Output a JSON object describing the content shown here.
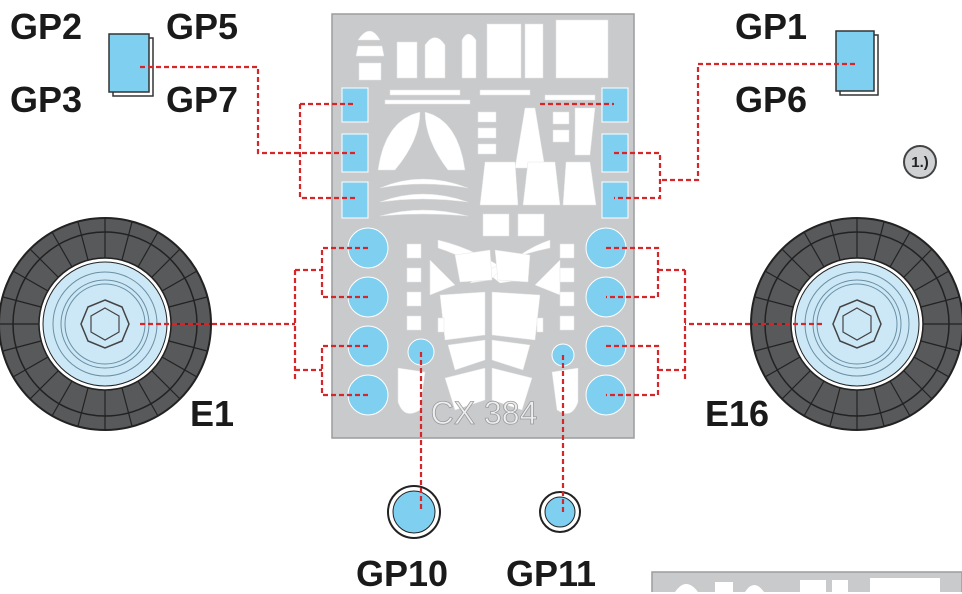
{
  "labels": {
    "gp1": "GP1",
    "gp2": "GP2",
    "gp3": "GP3",
    "gp5": "GP5",
    "gp6": "GP6",
    "gp7": "GP7",
    "gp10": "GP10",
    "gp11": "GP11",
    "e1": "E1",
    "e16": "E16"
  },
  "sheet_code": "CX 384",
  "step": "1.)",
  "colors": {
    "mask_blue": "#7fcff0",
    "sheet_gray": "#c8cacc",
    "tire_dark": "#58595b",
    "leader_red": "#d7262a",
    "hub_blue": "#cce8f6"
  }
}
